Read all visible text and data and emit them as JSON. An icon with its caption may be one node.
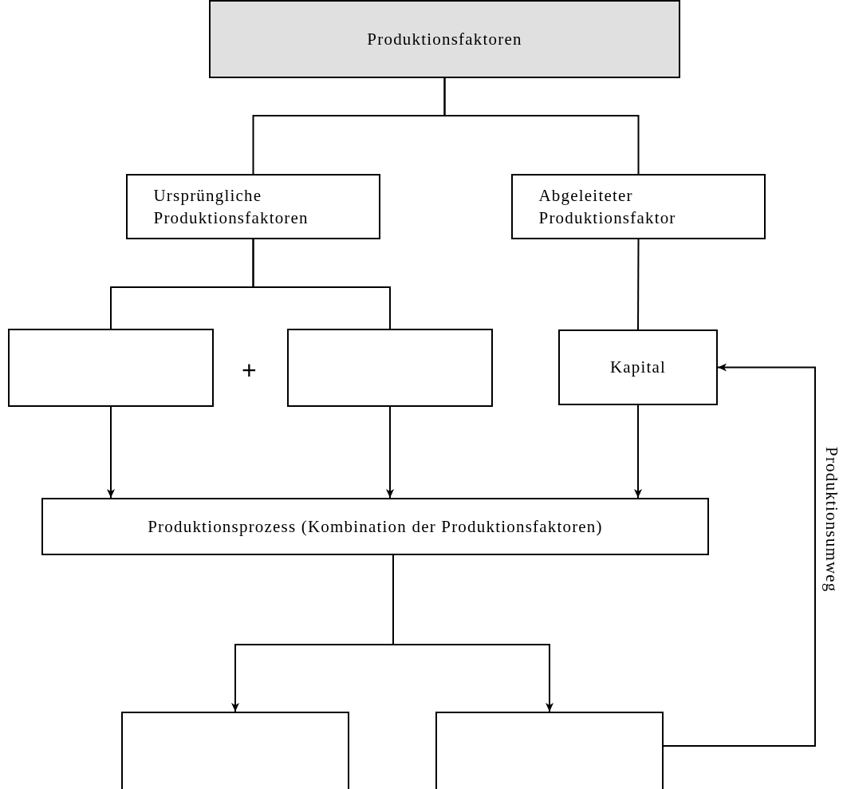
{
  "diagram": {
    "nodes": [
      {
        "text": [
          "Produktionsfaktoren"
        ]
      },
      {
        "text": [
          "Ursprüngliche Produktionsfaktoren"
        ]
      },
      {
        "text": [
          "Abgeleiteter Produktionsfaktor"
        ]
      },
      {
        "text": [],
        "shape": "box"
      },
      {
        "text": [],
        "shape": "box"
      },
      {
        "text": [
          "Kapital"
        ]
      },
      {
        "text": [
          "Produktionsprozess (Kombination der Produktionsfaktoren)"
        ]
      },
      {
        "text": [],
        "shape": "box"
      },
      {
        "text": [],
        "shape": "box"
      }
    ],
    "edges": [
      {
        "from": 0,
        "to": 1,
        "arrow": "none"
      },
      {
        "from": 0,
        "to": 2,
        "arrow": "none"
      },
      {
        "from": 1,
        "to": 3,
        "arrow": "none"
      },
      {
        "from": 1,
        "to": 4,
        "arrow": "none"
      },
      {
        "from": 2,
        "to": 5,
        "arrow": "none"
      },
      {
        "from": 3,
        "to": 6,
        "arrow": "to"
      },
      {
        "from": 4,
        "to": 6,
        "arrow": "to"
      },
      {
        "from": 5,
        "to": 6,
        "arrow": "to"
      },
      {
        "from": 6,
        "to": 7,
        "arrow": "to"
      },
      {
        "from": 6,
        "to": 8,
        "arrow": "to"
      },
      {
        "from": 8,
        "to": 5,
        "arrow": "to",
        "label": "Produktionsumweg"
      }
    ],
    "labels": [
      "+"
    ]
  }
}
